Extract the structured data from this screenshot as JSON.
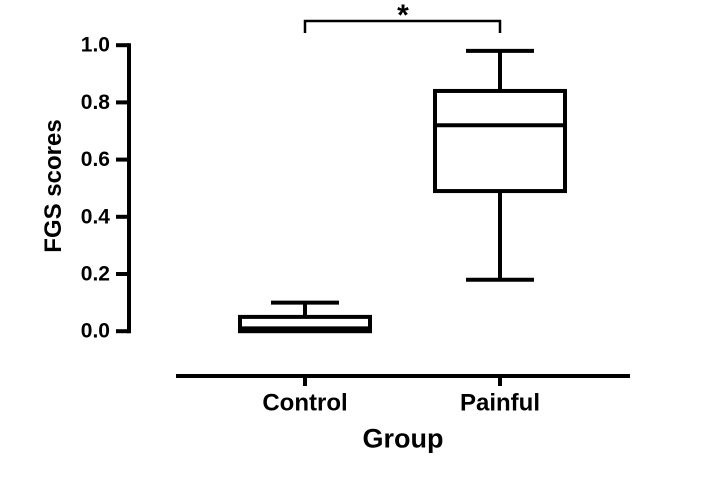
{
  "figure": {
    "background": "#ffffff",
    "line_color": "#000000",
    "box_fill": "#ffffff"
  },
  "chart_data": {
    "type": "box",
    "title": "",
    "xlabel": "Group",
    "ylabel": "FGS scores",
    "ylim": [
      0.0,
      1.0
    ],
    "grid": false,
    "legend_position": "none",
    "yticks": [
      0.0,
      0.2,
      0.4,
      0.6,
      0.8,
      1.0
    ],
    "ytick_labels": [
      "0.0",
      "0.2",
      "0.4",
      "0.6",
      "0.8",
      "1.0"
    ],
    "categories": [
      "Control",
      "Painful"
    ],
    "series": [
      {
        "name": "Control",
        "min": 0.0,
        "q1": 0.0,
        "median": 0.01,
        "q3": 0.05,
        "max": 0.1
      },
      {
        "name": "Painful",
        "min": 0.18,
        "q1": 0.49,
        "median": 0.72,
        "q3": 0.84,
        "max": 0.98
      }
    ],
    "annotations": [
      {
        "type": "significance_bracket",
        "label": "*",
        "between": [
          "Control",
          "Painful"
        ]
      }
    ]
  }
}
